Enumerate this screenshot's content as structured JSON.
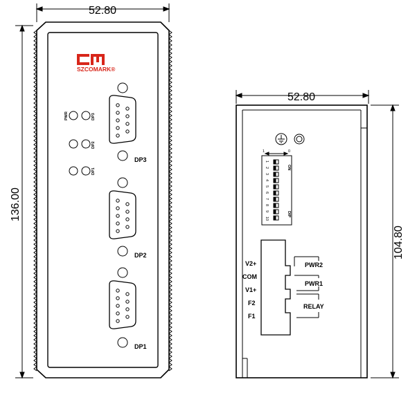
{
  "front": {
    "width_dim": "52.80",
    "height_dim": "136.00",
    "logo_mark": "CM",
    "logo_text": "SZCOMARK®",
    "led_labels": {
      "pwr": "PWR",
      "dp3": "DP3",
      "dp2": "DP2",
      "dp1": "DP1"
    },
    "port_labels": [
      "DP3",
      "DP2",
      "DP1"
    ]
  },
  "side": {
    "width_dim": "52.80",
    "height_dim": "104.80",
    "switch_left": "1",
    "switch_right": "0",
    "switch_on": "ON",
    "switch_dip": "DIP",
    "switch_numbers": [
      "1",
      "2",
      "3",
      "4",
      "5",
      "6",
      "7",
      "8",
      "9",
      "10"
    ],
    "terminal_labels": [
      "V2+",
      "COM",
      "V1+",
      "F2",
      "F1"
    ],
    "group_labels": [
      "PWR2",
      "PWR1",
      "RELAY"
    ]
  },
  "colors": {
    "line": "#000000",
    "logo": "#d8261a"
  }
}
